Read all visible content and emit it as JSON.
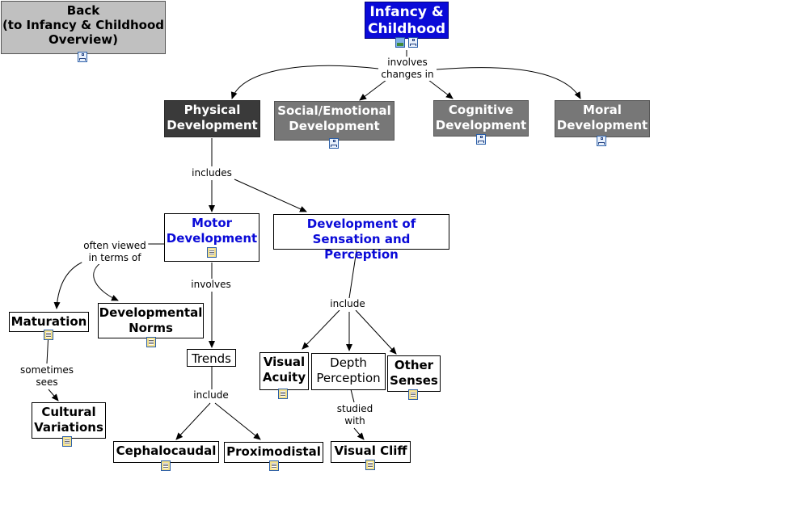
{
  "nodes": {
    "back": {
      "label": "Back\n(to Infancy & Childhood\nOverview)"
    },
    "root": {
      "label": "Infancy &\nChildhood"
    },
    "physical": {
      "label": "Physical\nDevelopment"
    },
    "social": {
      "label": "Social/Emotional\nDevelopment"
    },
    "cognitive": {
      "label": "Cognitive\nDevelopment"
    },
    "moral": {
      "label": "Moral\nDevelopment"
    },
    "motor": {
      "label": "Motor\nDevelopment"
    },
    "sensation": {
      "label": "Development of\nSensation and Perception"
    },
    "maturation": {
      "label": "Maturation"
    },
    "norms": {
      "label": "Developmental\nNorms"
    },
    "trends": {
      "label": "Trends"
    },
    "acuity": {
      "label": "Visual\nAcuity"
    },
    "depth": {
      "label": "Depth\nPerception"
    },
    "other": {
      "label": "Other\nSenses"
    },
    "cultural": {
      "label": "Cultural\nVariations"
    },
    "cephalo": {
      "label": "Cephalocaudal"
    },
    "proximo": {
      "label": "Proximodistal"
    },
    "cliff": {
      "label": "Visual Cliff"
    }
  },
  "links": {
    "involves_changes": "involves\nchanges in",
    "includes": "includes",
    "often_viewed": "often viewed\nin terms of",
    "involves": "involves",
    "include_sensation": "include",
    "sometimes_sees": "sometimes\nsees",
    "include_trends": "include",
    "studied_with": "studied\nwith"
  },
  "icons": {
    "submap": "submap-icon",
    "document": "document-icon",
    "image": "image-icon"
  }
}
